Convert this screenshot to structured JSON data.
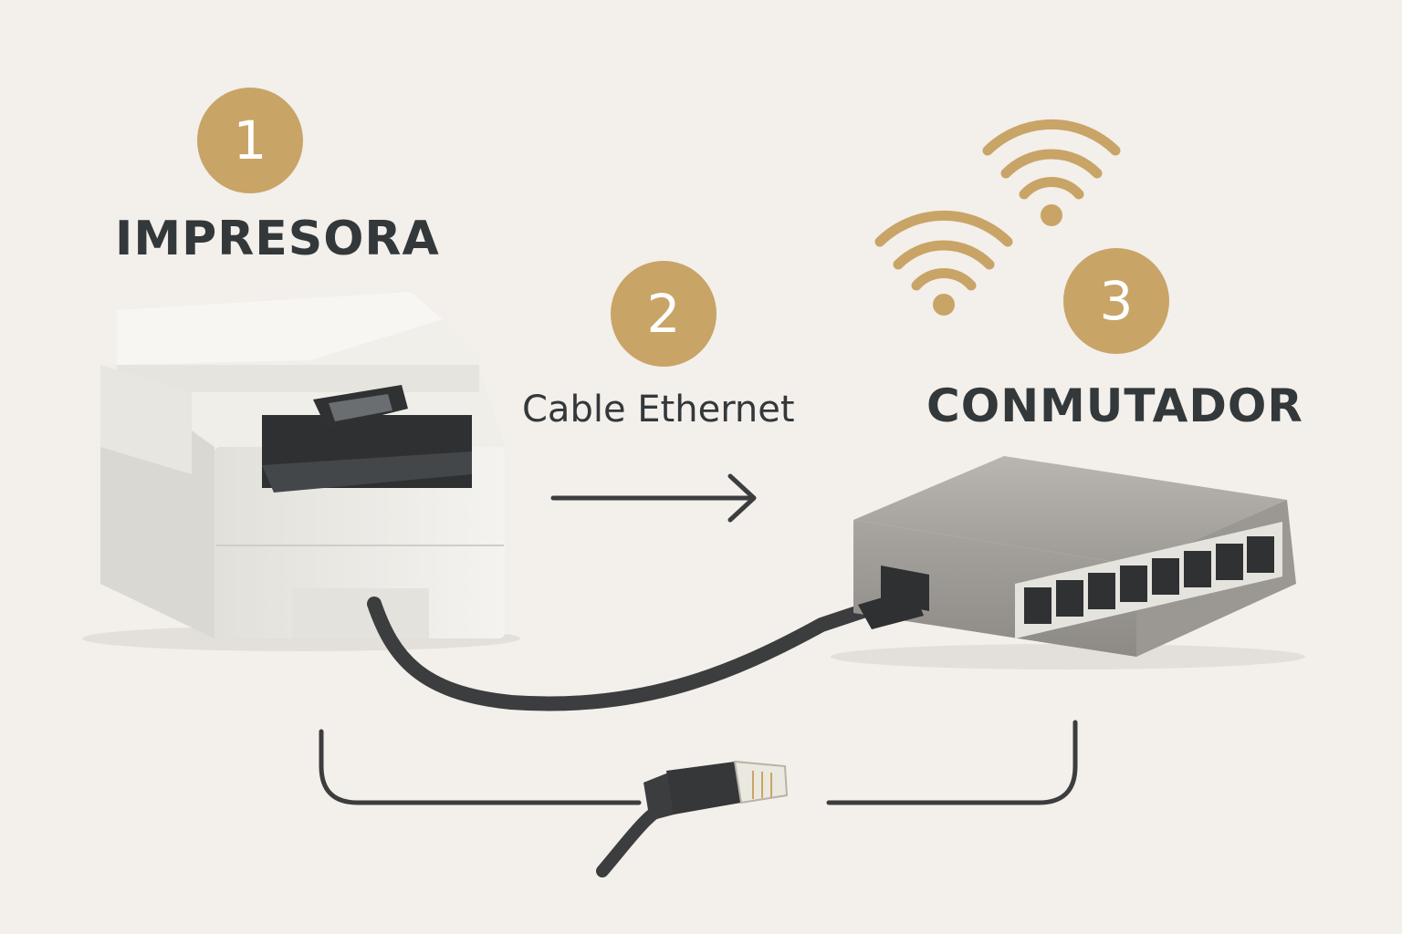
{
  "steps": [
    {
      "number": "1",
      "label": "IMPRESORA"
    },
    {
      "number": "2",
      "label": "Cable Ethernet"
    },
    {
      "number": "3",
      "label": "CONMUTADOR"
    }
  ],
  "colors": {
    "accent": "#c9a467",
    "text": "#33383a",
    "background": "#f3efeb",
    "switch_body": "#a4a19c",
    "printer_body": "#ecebe6",
    "cable": "#3b3d3e"
  },
  "icons": [
    "printer-icon",
    "network-switch-icon",
    "wifi-icon",
    "rj45-connector-icon",
    "arrow-right-icon"
  ]
}
